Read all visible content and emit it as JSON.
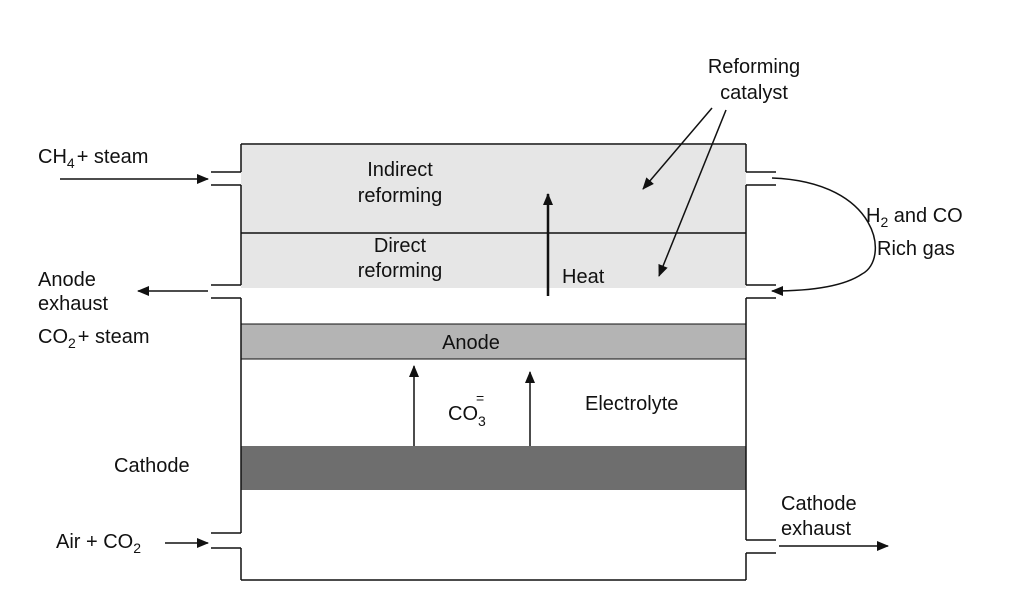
{
  "labels": {
    "inlet_top": "CH",
    "inlet_top_sub": "4",
    "inlet_top_rest": "+ steam",
    "anode_exhaust_1": "Anode",
    "anode_exhaust_2": "exhaust",
    "anode_exhaust_3_a": "CO",
    "anode_exhaust_3_sub": "2",
    "anode_exhaust_3_b": "+ steam",
    "cathode": "Cathode",
    "air_a": "Air + CO",
    "air_sub": "2",
    "indirect_1": "Indirect",
    "indirect_2": "reforming",
    "direct_1": "Direct",
    "direct_2": "reforming",
    "heat": "Heat",
    "anode": "Anode",
    "co3": "CO",
    "co3_sub": "3",
    "co3_sup": "=",
    "electrolyte": "Electrolyte",
    "reforming_catalyst_1": "Reforming",
    "reforming_catalyst_2": "catalyst",
    "h2co_a": "H",
    "h2co_sub": "2",
    "h2co_b": " and CO",
    "rich_gas": "Rich gas",
    "cathode_exhaust_1": "Cathode",
    "cathode_exhaust_2": "exhaust"
  },
  "colors": {
    "reforming_zone": "#e6e6e6",
    "anode": "#b4b4b4",
    "cathode": "#6e6e6e",
    "line": "#111111"
  }
}
